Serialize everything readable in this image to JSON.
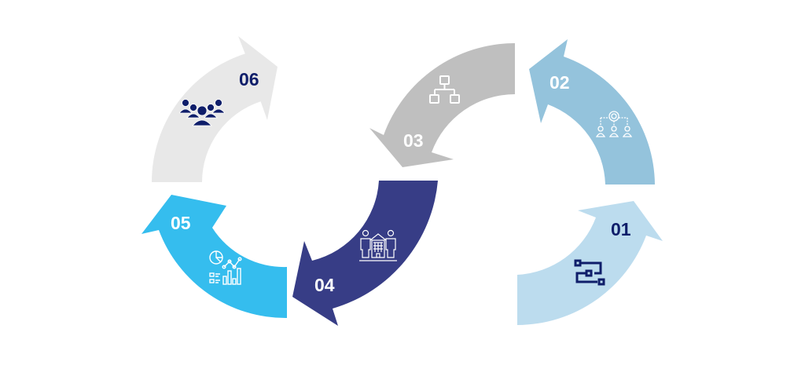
{
  "steps": [
    {
      "label": "01",
      "icon": "process-flow-icon",
      "color": "#bcdcee",
      "text_color": "#0f1e6a"
    },
    {
      "label": "02",
      "icon": "gear-team-icon",
      "color": "#94c3dc",
      "text_color": "#ffffff"
    },
    {
      "label": "03",
      "icon": "hierarchy-icon",
      "color": "#bfbfbf",
      "text_color": "#ffffff"
    },
    {
      "label": "04",
      "icon": "people-building-icon",
      "color": "#373d86",
      "text_color": "#ffffff"
    },
    {
      "label": "05",
      "icon": "analytics-icon",
      "color": "#35bdee",
      "text_color": "#ffffff"
    },
    {
      "label": "06",
      "icon": "team-group-icon",
      "color": "#e8e8e8",
      "text_color": "#0f1e6a"
    }
  ]
}
